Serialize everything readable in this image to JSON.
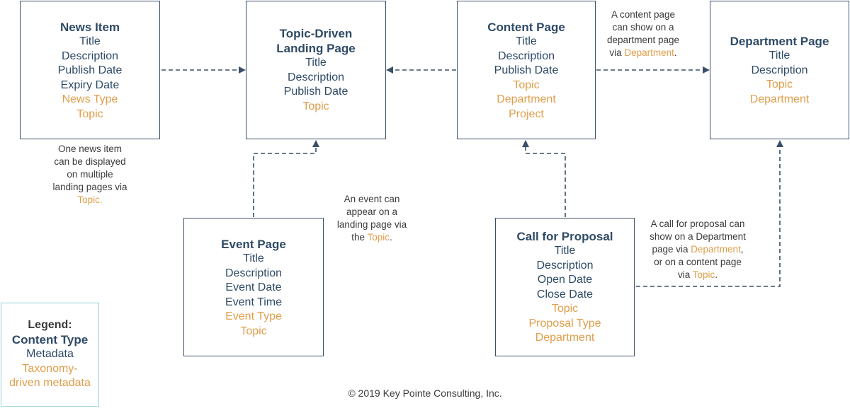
{
  "boxes": {
    "news_item": {
      "title": "News Item",
      "metadata": [
        "Title",
        "Description",
        "Publish Date",
        "Expiry Date"
      ],
      "taxonomy": [
        "News Type",
        "Topic"
      ]
    },
    "landing_page": {
      "title_line1": "Topic-Driven",
      "title_line2": "Landing Page",
      "metadata": [
        "Title",
        "Description",
        "Publish Date"
      ],
      "taxonomy": [
        "Topic"
      ]
    },
    "content_page": {
      "title": "Content Page",
      "metadata": [
        "Title",
        "Description",
        "Publish Date"
      ],
      "taxonomy": [
        "Topic",
        "Department",
        "Project"
      ]
    },
    "department_page": {
      "title": "Department Page",
      "metadata": [
        "Title",
        "Description"
      ],
      "taxonomy": [
        "Topic",
        "Department"
      ]
    },
    "event_page": {
      "title": "Event Page",
      "metadata": [
        "Title",
        "Description",
        "Event Date",
        "Event Time"
      ],
      "taxonomy": [
        "Event Type",
        "Topic"
      ]
    },
    "call_for_proposal": {
      "title": "Call for Proposal",
      "metadata": [
        "Title",
        "Description",
        "Open Date",
        "Close Date"
      ],
      "taxonomy": [
        "Topic",
        "Proposal Type",
        "Department"
      ]
    }
  },
  "notes": {
    "news": {
      "lines": [
        "One news item",
        "can be displayed",
        "on multiple",
        "landing pages via"
      ],
      "taxonomy_word": "Topic."
    },
    "event": {
      "lines": [
        "An event can",
        "appear on a",
        "landing page via"
      ],
      "last_prefix": "the ",
      "taxonomy_word": "Topic",
      "last_suffix": "."
    },
    "content": {
      "lines": [
        "A content page",
        "can show on a",
        "department page"
      ],
      "last_prefix": "via ",
      "taxonomy_word": "Department",
      "last_suffix": "."
    },
    "proposal": {
      "line1": "A call for proposal can",
      "line2": "show on a Department",
      "line3_prefix": "page via ",
      "line3_tax": "Department",
      "line3_suffix": ",",
      "line4": "or on a content page",
      "line5_prefix": "via ",
      "line5_tax": "Topic",
      "line5_suffix": "."
    }
  },
  "legend": {
    "heading": "Legend:",
    "content_type": "Content Type",
    "metadata": "Metadata",
    "taxonomy_line1": "Taxonomy-",
    "taxonomy_line2": "driven metadata"
  },
  "copyright": "© 2019 Key Pointe Consulting, Inc.",
  "colors": {
    "box_border": "#3a5068",
    "metadata_text": "#2e4a66",
    "taxonomy_text": "#e09e4a",
    "legend_border": "#8fd0d6"
  }
}
